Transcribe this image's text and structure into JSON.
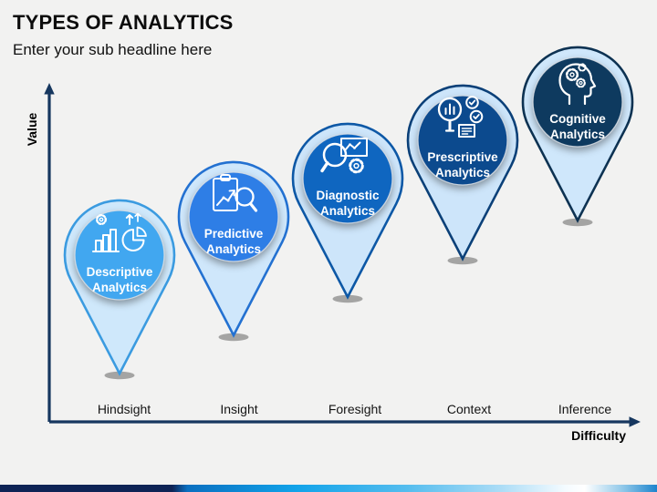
{
  "header": {
    "title": "TYPES OF ANALYTICS",
    "subtitle": "Enter your sub headline here"
  },
  "axes": {
    "y_label": "Value",
    "x_label": "Difficulty",
    "axis_color": "#16375f"
  },
  "pins": [
    {
      "title_line1": "Descriptive",
      "title_line2": "Analytics",
      "category": "Hindsight",
      "icon": "bar-chart-pie-gear-icon",
      "circle_color": "#41a7f0",
      "border_color": "#3b9be0",
      "body_color": "#cfe8fb"
    },
    {
      "title_line1": "Predictive",
      "title_line2": "Analytics",
      "category": "Insight",
      "icon": "clipboard-trend-magnifier-icon",
      "circle_color": "#2e7ee6",
      "border_color": "#2371d1",
      "body_color": "#cfe7fb"
    },
    {
      "title_line1": "Diagnostic",
      "title_line2": "Analytics",
      "category": "Foresight",
      "icon": "magnifier-chart-gear-icon",
      "circle_color": "#0f66c0",
      "border_color": "#0d58a6",
      "body_color": "#cde5fa"
    },
    {
      "title_line1": "Prescriptive",
      "title_line2": "Analytics",
      "category": "Context",
      "icon": "magnifier-checklist-document-icon",
      "circle_color": "#0c4a8e",
      "border_color": "#0b4078",
      "body_color": "#cde5fa"
    },
    {
      "title_line1": "Cognitive",
      "title_line2": "Analytics",
      "category": "Inference",
      "icon": "head-gears-icon",
      "circle_color": "#0e3a5f",
      "border_color": "#0d3252",
      "body_color": "#cfe7fb"
    }
  ],
  "footer": {
    "bar_colors": [
      "#0e2355",
      "#0a6fc0",
      "#12a3e9",
      "#aadcf6",
      "#ffffff",
      "#1d84cd"
    ]
  }
}
